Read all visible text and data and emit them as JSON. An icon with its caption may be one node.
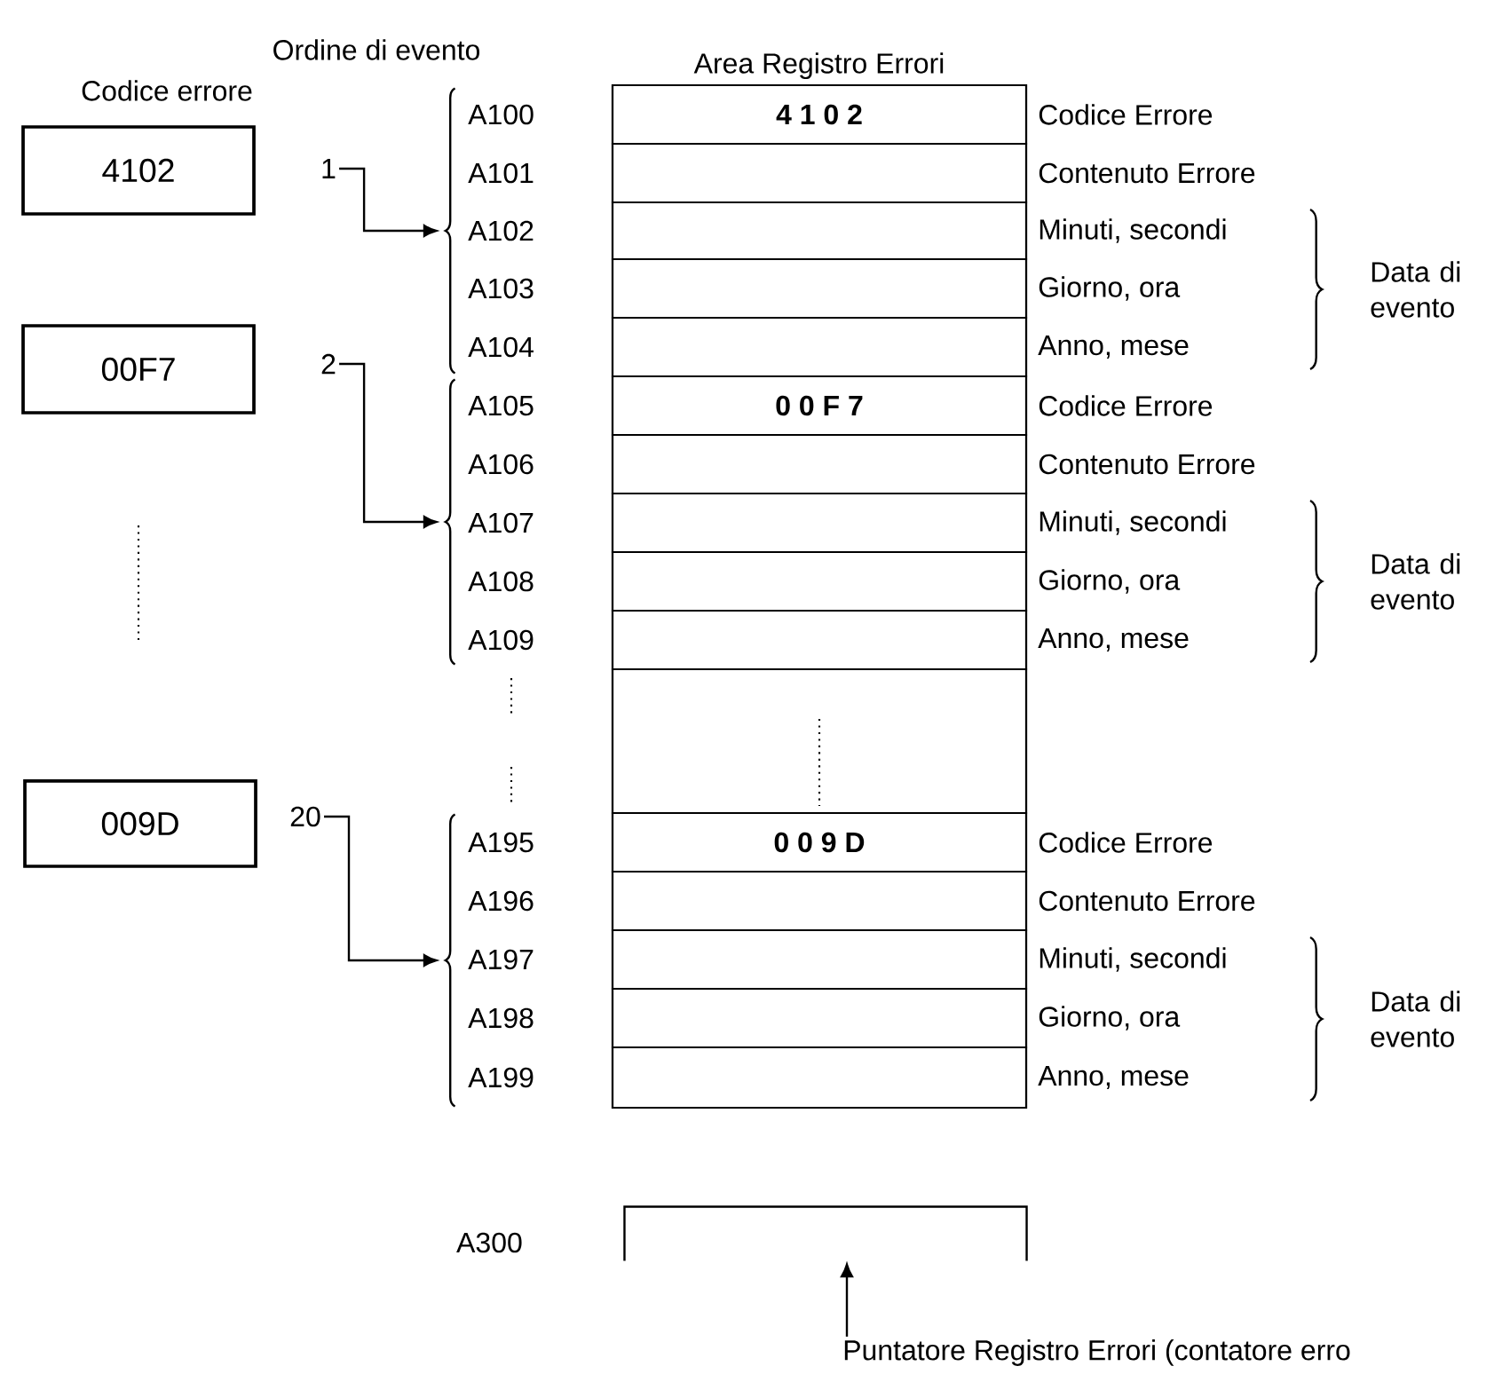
{
  "diagram": {
    "nodes": [
      {
        "text": [
          "4102"
        ]
      },
      {
        "text": [
          "00F7"
        ]
      },
      {
        "text": [
          "009D"
        ]
      },
      {
        "text": [
          "1"
        ]
      },
      {
        "text": [
          "2"
        ]
      },
      {
        "text": [
          "20"
        ]
      },
      {
        "text": [],
        "shape": "brace"
      },
      {
        "text": [],
        "shape": "brace"
      },
      {
        "text": [],
        "shape": "brace"
      },
      {
        "text": [
          "Area Registro Errori"
        ]
      },
      {
        "text": [
          "4 1 0 2"
        ],
        "in": 9
      },
      {
        "text": [],
        "shape": "box",
        "in": 9
      },
      {
        "text": [],
        "shape": "box",
        "in": 9
      },
      {
        "text": [],
        "shape": "box",
        "in": 9
      },
      {
        "text": [],
        "shape": "box",
        "in": 9
      },
      {
        "text": [
          "0 0 F 7"
        ],
        "in": 9
      },
      {
        "text": [],
        "shape": "box",
        "in": 9
      },
      {
        "text": [],
        "shape": "box",
        "in": 9
      },
      {
        "text": [],
        "shape": "box",
        "in": 9
      },
      {
        "text": [],
        "shape": "box",
        "in": 9
      },
      {
        "text": [],
        "shape": "box",
        "in": 9
      },
      {
        "text": [
          "0 0 9 D"
        ],
        "in": 9
      },
      {
        "text": [],
        "shape": "box",
        "in": 9
      },
      {
        "text": [],
        "shape": "box",
        "in": 9
      },
      {
        "text": [],
        "shape": "box",
        "in": 9
      },
      {
        "text": [],
        "shape": "box",
        "in": 9
      },
      {
        "text": [],
        "shape": "box",
        "beside": [
          "A300"
        ]
      },
      {
        "text": [
          "Puntatore Registro Errori (contatore erro"
        ]
      }
    ],
    "edges": [
      {
        "from": 3,
        "to": 6,
        "arrow": "to"
      },
      {
        "from": 4,
        "to": 7,
        "arrow": "to"
      },
      {
        "from": 5,
        "to": 8,
        "arrow": "to"
      },
      {
        "from": 27,
        "to": 26,
        "arrow": "to"
      }
    ],
    "labels": [
      "Ordine di evento",
      "Codice errore",
      "A100",
      "Codice Errore",
      "A101",
      "Contenuto Errore",
      "A102",
      "Minuti, secondi",
      "A103",
      "Giorno, ora",
      "A104",
      "Anno, mese",
      "Data di evento",
      "A105",
      "Codice Errore",
      "A106",
      "Contenuto Errore",
      "A107",
      "Minuti, secondi",
      "A108",
      "Giorno, ora",
      "A109",
      "Anno, mese",
      "Data di evento",
      "A195",
      "Codice Errore",
      "A196",
      "Contenuto Errore",
      "A197",
      "Minuti, secondi",
      "A198",
      "Giorno, ora",
      "A199",
      "Anno, mese",
      "Data di evento"
    ]
  }
}
